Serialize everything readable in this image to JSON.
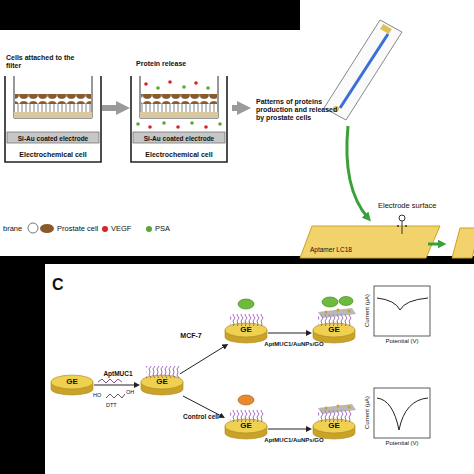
{
  "diagram": {
    "nodes": [
      {
        "text": [
          "Cells attached to the filter",
          "Si-Au coated electrode",
          "Electrochemical cell"
        ]
      },
      {
        "text": [
          "Protein release",
          "Si-Au coated electrode",
          "Electrochemical cell"
        ]
      },
      {
        "text": [
          "Aptamer LC18"
        ]
      },
      {
        "text": [
          "GE"
        ]
      },
      {
        "text": [
          "GE"
        ]
      },
      {
        "text": [
          "GE"
        ]
      },
      {
        "text": [
          "GE"
        ]
      },
      {
        "text": [
          "Current (μA)",
          "Potential (V)"
        ]
      },
      {
        "text": [
          "GE"
        ]
      },
      {
        "text": [
          "GE"
        ]
      },
      {
        "text": [
          "Current (μA)",
          "Potential (V)"
        ]
      }
    ],
    "edges": [
      {
        "from": 0,
        "to": 1,
        "arrow": "to"
      },
      {
        "from": 3,
        "to": 4,
        "label": "AptMUC1",
        "arrow": "to"
      },
      {
        "from": 4,
        "to": 5,
        "label": "MCF-7",
        "arrow": "to"
      },
      {
        "from": 4,
        "to": 8,
        "label": "Control cell",
        "arrow": "to"
      },
      {
        "from": 5,
        "to": 6,
        "label": "AptMUC1/AuNPs/GO",
        "arrow": "to"
      },
      {
        "from": 8,
        "to": 9,
        "label": "AptMUC1/AuNPs/GO",
        "arrow": "to"
      }
    ],
    "labels": [
      "Patterns of proteins production and released by prostate cells",
      "Electrode surface",
      "C",
      "HO",
      "OH",
      "DTT"
    ],
    "legend": [
      {
        "text": "brane"
      },
      {
        "text": "Prostate cell",
        "color": "#8b5a2b"
      },
      {
        "text": "VEGF",
        "color": "#d8232a"
      },
      {
        "text": "PSA",
        "color": "#5aa832"
      }
    ]
  }
}
